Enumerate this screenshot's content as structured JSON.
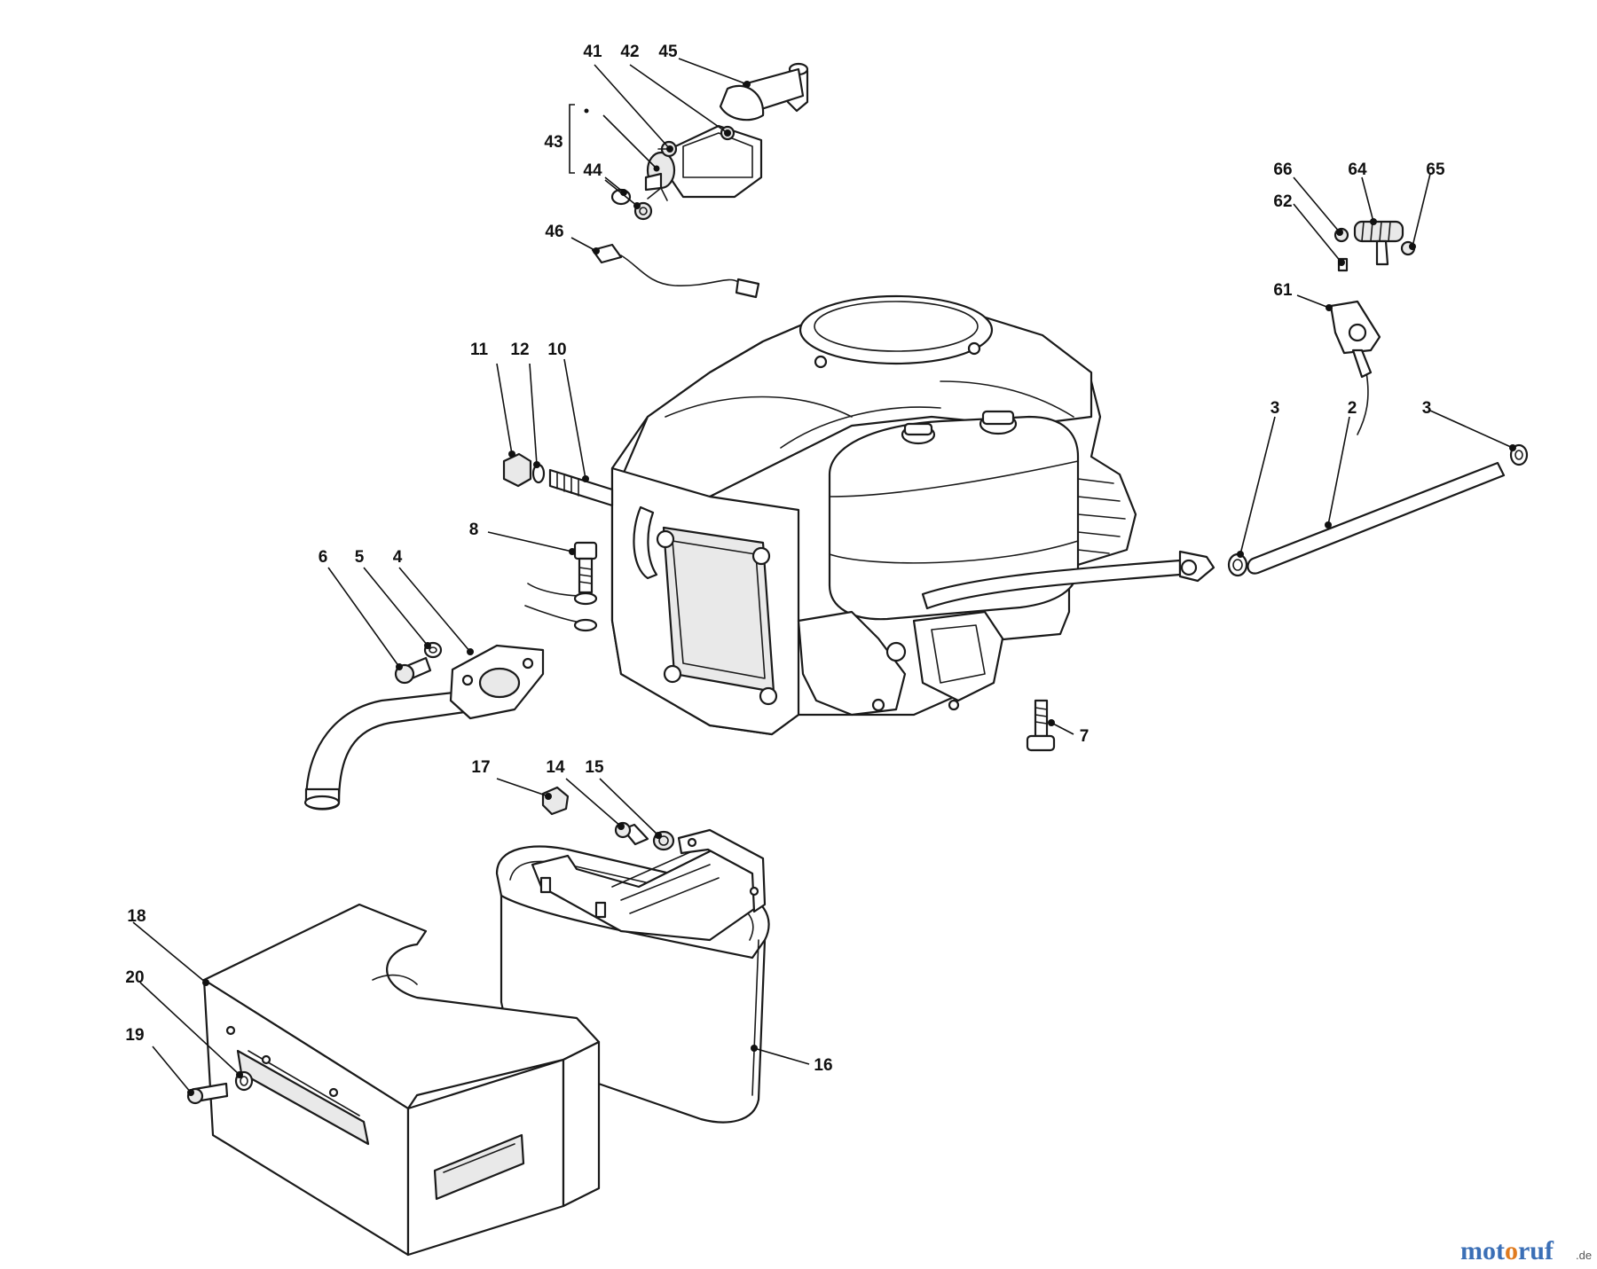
{
  "callouts": [
    {
      "id": "41",
      "label": "41"
    },
    {
      "id": "42",
      "label": "42"
    },
    {
      "id": "45",
      "label": "45"
    },
    {
      "id": "43",
      "label": "43"
    },
    {
      "id": "44",
      "label": "44"
    },
    {
      "id": "46",
      "label": "46"
    },
    {
      "id": "66",
      "label": "66"
    },
    {
      "id": "64",
      "label": "64"
    },
    {
      "id": "65",
      "label": "65"
    },
    {
      "id": "62",
      "label": "62"
    },
    {
      "id": "61",
      "label": "61"
    },
    {
      "id": "11",
      "label": "11"
    },
    {
      "id": "12",
      "label": "12"
    },
    {
      "id": "10",
      "label": "10"
    },
    {
      "id": "3a",
      "label": "3"
    },
    {
      "id": "2",
      "label": "2"
    },
    {
      "id": "3b",
      "label": "3"
    },
    {
      "id": "8",
      "label": "8"
    },
    {
      "id": "6",
      "label": "6"
    },
    {
      "id": "5",
      "label": "5"
    },
    {
      "id": "4",
      "label": "4"
    },
    {
      "id": "7",
      "label": "7"
    },
    {
      "id": "17",
      "label": "17"
    },
    {
      "id": "14",
      "label": "14"
    },
    {
      "id": "15",
      "label": "15"
    },
    {
      "id": "18",
      "label": "18"
    },
    {
      "id": "20",
      "label": "20"
    },
    {
      "id": "19",
      "label": "19"
    },
    {
      "id": "16",
      "label": "16"
    }
  ],
  "watermark": {
    "brand_parts": [
      {
        "text": "mot",
        "color": "#3b6fb6"
      },
      {
        "text": "o",
        "color": "#e07b1f"
      },
      {
        "text": "ruf",
        "color": "#3b6fb6"
      }
    ],
    "suffix": ".de"
  }
}
